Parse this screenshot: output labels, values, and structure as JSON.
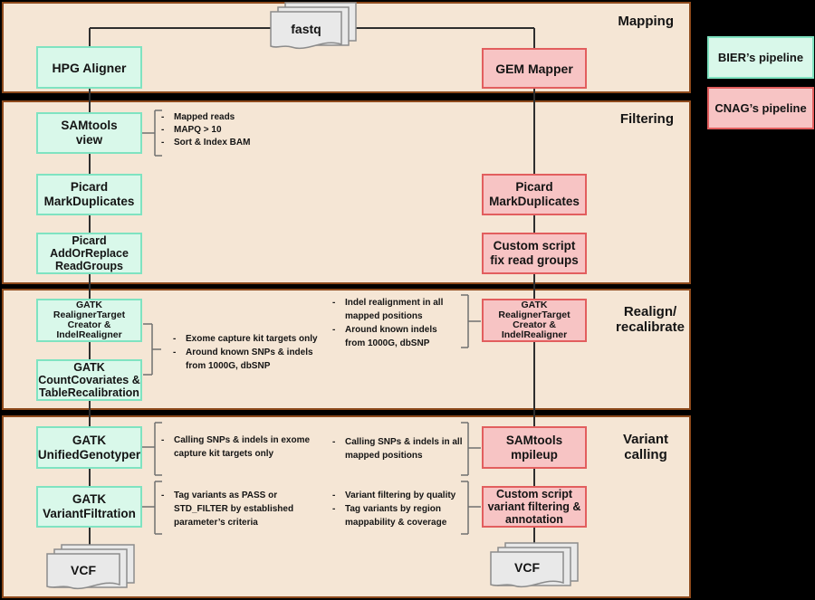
{
  "colors": {
    "background": "#000000",
    "section_fill": "#f5e6d5",
    "section_border": "#8e4a1c",
    "bier_fill": "#d9f8ea",
    "bier_border": "#7fe3c1",
    "cnag_fill": "#f7c4c4",
    "cnag_border": "#e25e5e",
    "document_fill": "#e9e9e9",
    "document_border": "#8c8c8c",
    "connector_line": "#2e2e2e",
    "bracket_line": "#707070"
  },
  "legend": {
    "items": [
      {
        "label": "BIER’s pipeline",
        "color": "#d9f8ea"
      },
      {
        "label": "CNAG’s pipeline",
        "color": "#f7c4c4"
      }
    ]
  },
  "sections": {
    "mapping": "Mapping",
    "filtering": "Filtering",
    "realign": "Realign/\nrecalibrate",
    "variant": "Variant\ncalling"
  },
  "documents": {
    "fastq": "fastq",
    "vcf_left": "VCF",
    "vcf_right": "VCF"
  },
  "bier_steps": {
    "hpg": "HPG Aligner",
    "samtools_view": "SAMtools\nview",
    "markduplicates": "Picard\nMarkDuplicates",
    "addorreplace": "Picard\nAddOrReplace\nReadGroups",
    "realigner": "GATK\nRealignerTarget\nCreator &\nIndelRealigner",
    "countcovariates": "GATK\nCountCovariates &\nTableRecalibration",
    "unifiedgenotyper": "GATK\nUnifiedGenotyper",
    "variantfiltration": "GATK\nVariantFiltration"
  },
  "cnag_steps": {
    "gem": "GEM Mapper",
    "markduplicates": "Picard\nMarkDuplicates",
    "fix_read_groups": "Custom script\nfix read groups",
    "realigner": "GATK\nRealignerTarget\nCreator &\nIndelRealigner",
    "mpileup": "SAMtools\nmpileup",
    "variant_filtering": "Custom script\nvariant filtering &\nannotation"
  },
  "annotations": {
    "samtools_view": {
      "items": [
        "Mapped reads",
        "MAPQ > 10",
        "Sort & Index BAM"
      ]
    },
    "realign_left": {
      "items": [
        "Exome capture kit targets only",
        "Around known SNPs & indels from 1000G, dbSNP"
      ]
    },
    "realign_right": {
      "items": [
        "Indel realignment in all mapped positions",
        "Around known indels from 1000G, dbSNP"
      ]
    },
    "variant_left_calling": {
      "items": [
        "Calling SNPs & indels in exome capture kit targets only"
      ]
    },
    "variant_left_filter": {
      "items": [
        "Tag variants as PASS or STD_FILTER by established parameter’s criteria"
      ]
    },
    "variant_right_calling": {
      "items": [
        "Calling SNPs & indels in all mapped positions"
      ]
    },
    "variant_right_filter": {
      "items": [
        "Variant filtering by quality",
        "Tag variants by region mappability & coverage"
      ]
    }
  }
}
